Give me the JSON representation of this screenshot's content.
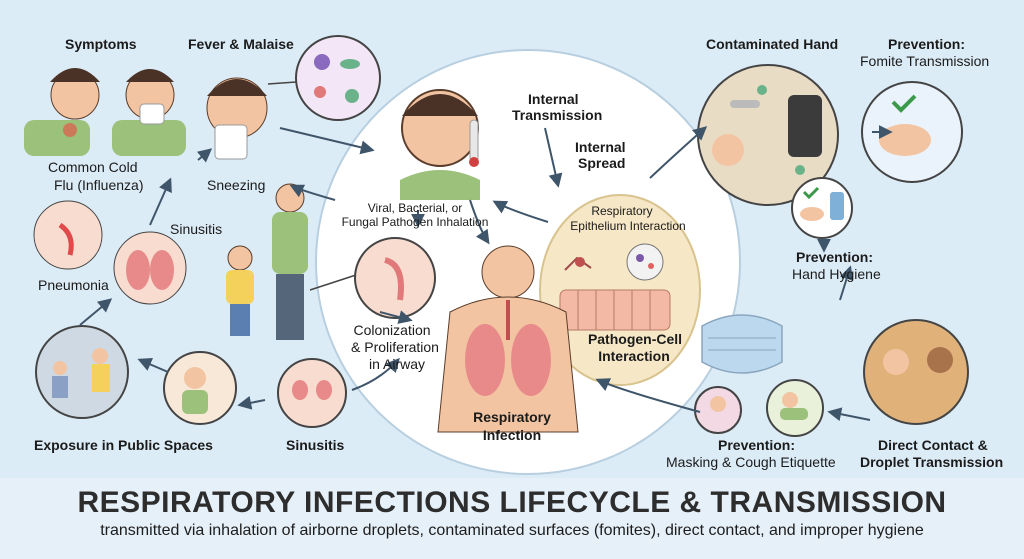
{
  "title": "RESPIRATORY INFECTIONS LIFECYCLE & TRANSMISSION",
  "subtitle": "transmitted via inhalation of airborne droplets, contaminated surfaces (fomites), direct contact, and improper hygiene",
  "labels": {
    "symptoms": "Symptoms",
    "fever_malaise": "Fever & Malaise",
    "common_cold": "Common Cold",
    "flu": "Flu (Influenza)",
    "sneezing": "Sneezing",
    "sinusitis_top": "Sinusitis",
    "pneumonia": "Pneumonia",
    "exposure_public": "Exposure in Public Spaces",
    "sinusitis_bottom": "Sinusitis",
    "pathogen_inhalation_1": "Viral, Bacterial, or",
    "pathogen_inhalation_2": "Fungal Pathogen Inhalation",
    "colonization_1": "Colonization",
    "colonization_2": "& Proliferation",
    "colonization_3": "in Airway",
    "internal_transmission_1": "Internal",
    "internal_transmission_2": "Transmission",
    "internal_spread_1": "Internal",
    "internal_spread_2": "Spread",
    "epithelium_1": "Respiratory",
    "epithelium_2": "Epithelium Interaction",
    "pathogen_cell_1": "Pathogen-Cell",
    "pathogen_cell_2": "Interaction",
    "respiratory_infection_1": "Respiratory",
    "respiratory_infection_2": "Infection",
    "contaminated_hand": "Contaminated Hand",
    "prevention_fomite_1": "Prevention:",
    "prevention_fomite_2": "Fomite Transmission",
    "prevention_hygiene_1": "Prevention:",
    "prevention_hygiene_2": "Hand Hygiene",
    "prevention_masking_1": "Prevention:",
    "prevention_masking_2": "Masking & Cough Etiquette",
    "direct_contact_1": "Direct Contact &",
    "direct_contact_2": "Droplet Transmission"
  },
  "colors": {
    "background": "#dcecf7",
    "center_circle": "#ffffff",
    "epithelium_panel": "#f6e7c6",
    "skin": "#f2c4a2",
    "lung": "#e88a8a",
    "arrow": "#3f556a",
    "shirt_green": "#9cc17a",
    "shirt_yellow": "#f3d15a",
    "mask": "#bcd8ee"
  }
}
